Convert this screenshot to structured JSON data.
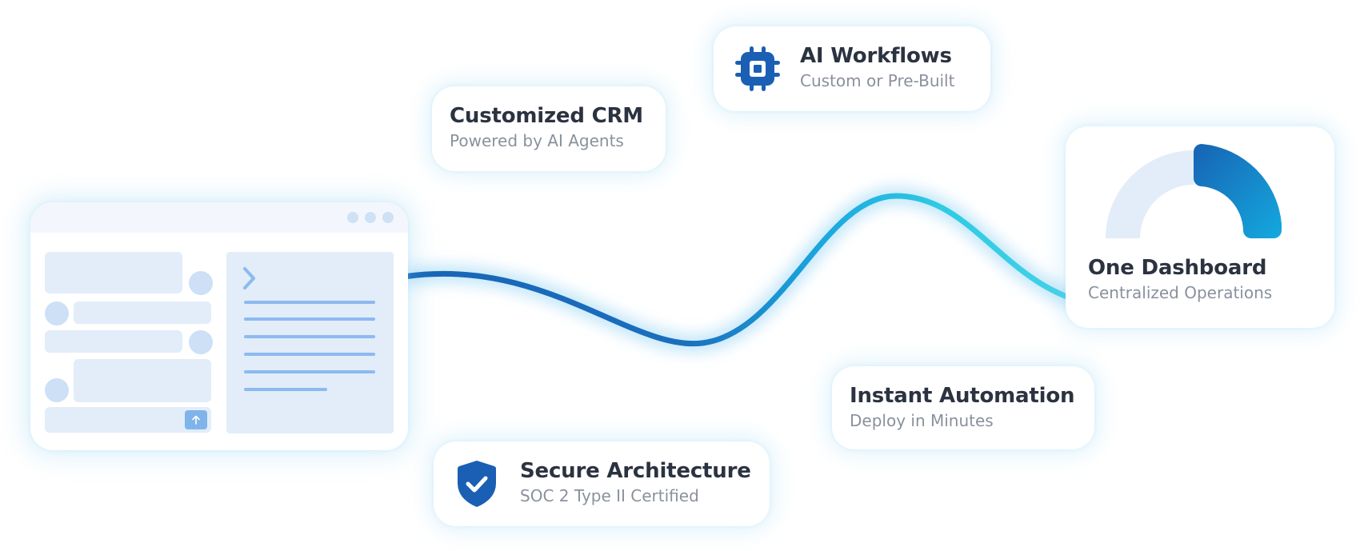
{
  "cards": {
    "crm": {
      "title": "Customized CRM",
      "subtitle": "Powered by AI Agents"
    },
    "workflows": {
      "title": "AI Workflows",
      "subtitle": "Custom or Pre-Built",
      "icon": "chip-icon"
    },
    "dashboard": {
      "title": "One Dashboard",
      "subtitle": "Centralized Operations",
      "icon": "gauge-icon"
    },
    "automation": {
      "title": "Instant Automation",
      "subtitle": "Deploy in Minutes"
    },
    "security": {
      "title": "Secure Architecture",
      "subtitle": "SOC 2 Type II Certified",
      "icon": "shield-check-icon"
    }
  },
  "app_window": {
    "icons": [
      "chevron-right-icon",
      "arrow-up-icon"
    ]
  },
  "colors": {
    "wave_start": "#1765b6",
    "wave_mid": "#1aa6df",
    "wave_end": "#39cfe0",
    "icon_blue": "#1a5fb4",
    "title_text": "#2b3240",
    "subtitle_text": "#8a919c",
    "placeholder_block": "#e2edf9",
    "placeholder_line": "#8cbaf0"
  }
}
